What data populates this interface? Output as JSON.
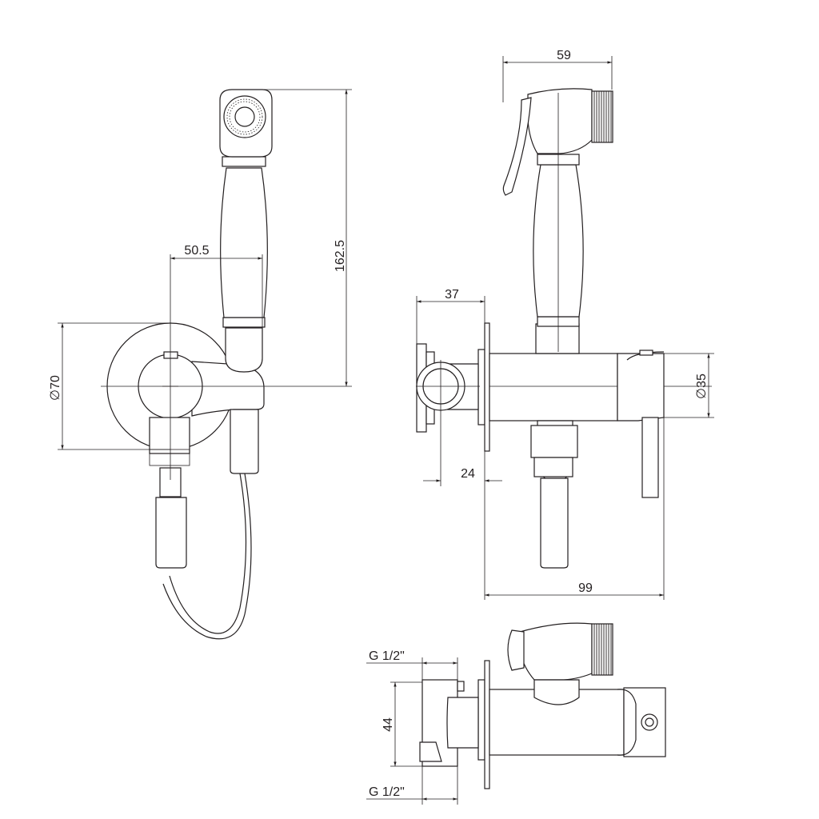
{
  "dimensions": {
    "diameter_body": "∅70",
    "offset_handle": "50.5",
    "height_total": "162.5",
    "depth_head": "59",
    "depth_body": "37",
    "diameter_bracket": "∅35",
    "offset_inlet": "24",
    "depth_total": "99",
    "thread_top": "G 1/2\"",
    "thread_bottom": "G 1/2\"",
    "width_mount": "44"
  },
  "colors": {
    "line": "#231f20",
    "background": "#ffffff"
  }
}
